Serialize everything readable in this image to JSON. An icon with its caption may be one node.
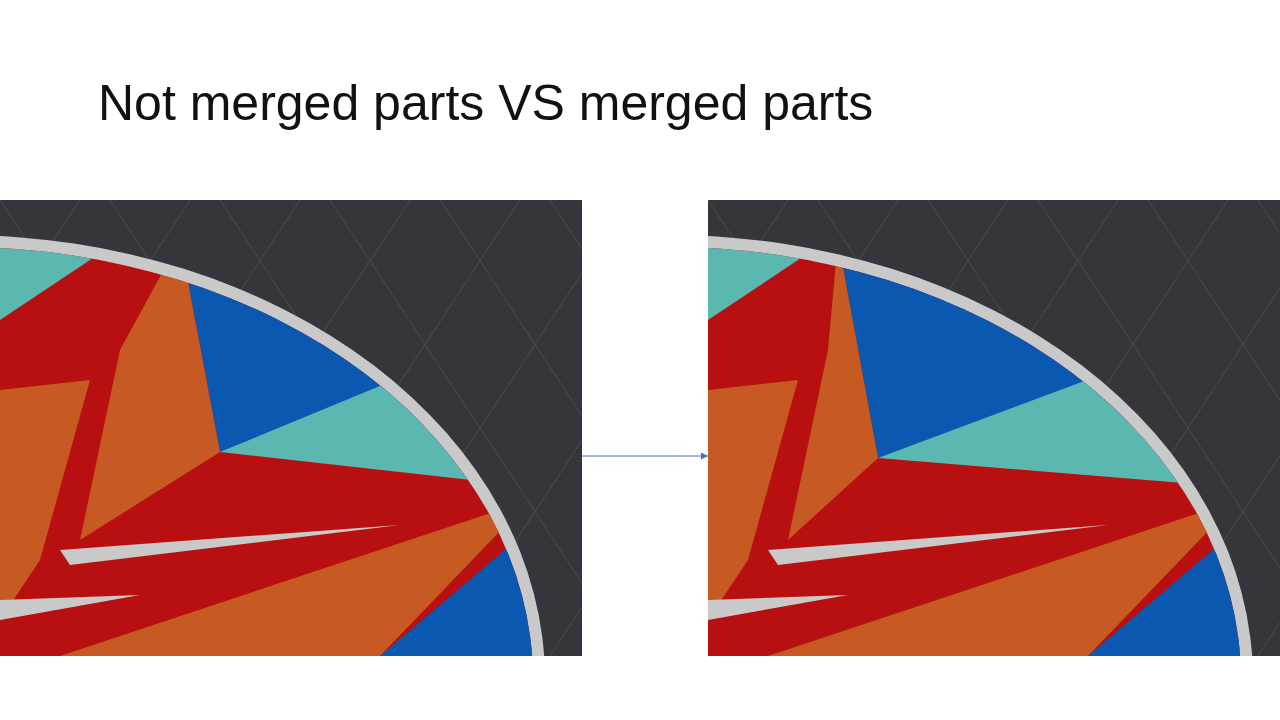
{
  "diagram": {
    "title": "Not merged parts VS merged parts",
    "nodes": [
      {
        "text": [],
        "shape": "picture"
      },
      {
        "text": [],
        "shape": "picture"
      }
    ],
    "edges": [
      {
        "from": 0,
        "to": 1,
        "arrow": "to"
      }
    ]
  }
}
